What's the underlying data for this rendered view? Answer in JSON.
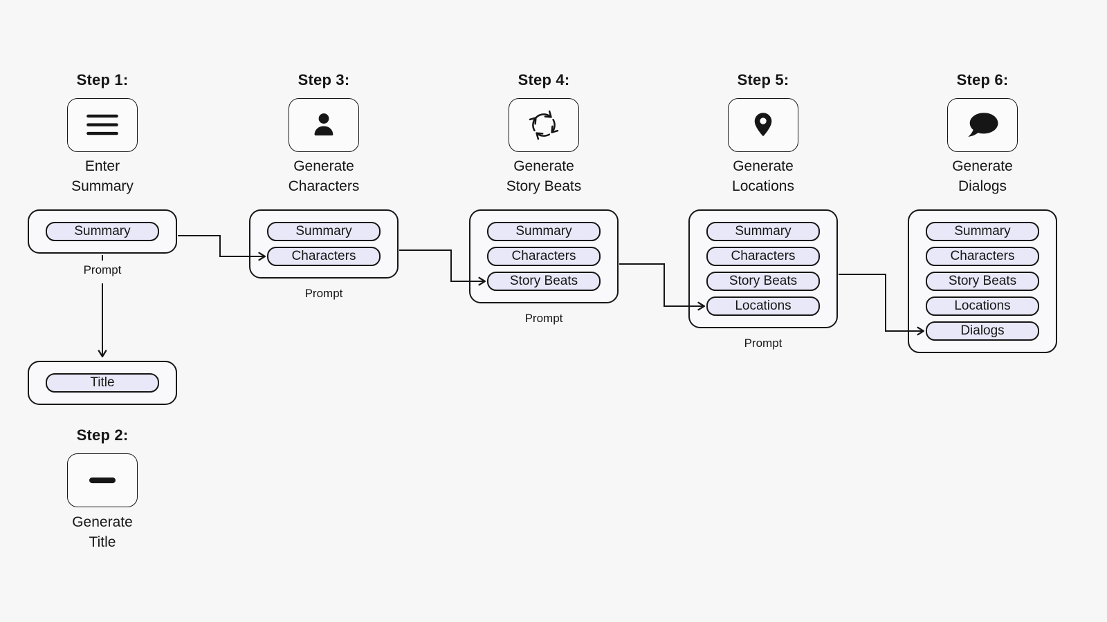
{
  "colors": {
    "background": "#f7f7f8",
    "pill_fill": "#e8e8f8",
    "stroke": "#161616"
  },
  "steps": [
    {
      "header": "Step 1:",
      "icon": "menu-icon",
      "label": [
        "Enter",
        "Summary"
      ]
    },
    {
      "header": "Step 2:",
      "icon": "minus-icon",
      "label": [
        "Generate",
        "Title"
      ]
    },
    {
      "header": "Step 3:",
      "icon": "person-icon",
      "label": [
        "Generate",
        "Characters"
      ]
    },
    {
      "header": "Step 4:",
      "icon": "cycle-icon",
      "label": [
        "Generate",
        "Story Beats"
      ]
    },
    {
      "header": "Step 5:",
      "icon": "location-pin-icon",
      "label": [
        "Generate",
        "Locations"
      ]
    },
    {
      "header": "Step 6:",
      "icon": "speech-bubble-icon",
      "label": [
        "Generate",
        "Dialogs"
      ]
    }
  ],
  "boxes": [
    {
      "pills": [
        "Summary"
      ],
      "caption": "Prompt"
    },
    {
      "pills": [
        "Title"
      ]
    },
    {
      "pills": [
        "Summary",
        "Characters"
      ],
      "caption": "Prompt"
    },
    {
      "pills": [
        "Summary",
        "Characters",
        "Story Beats"
      ],
      "caption": "Prompt"
    },
    {
      "pills": [
        "Summary",
        "Characters",
        "Story Beats",
        "Locations"
      ],
      "caption": "Prompt"
    },
    {
      "pills": [
        "Summary",
        "Characters",
        "Story Beats",
        "Locations",
        "Dialogs"
      ]
    }
  ]
}
